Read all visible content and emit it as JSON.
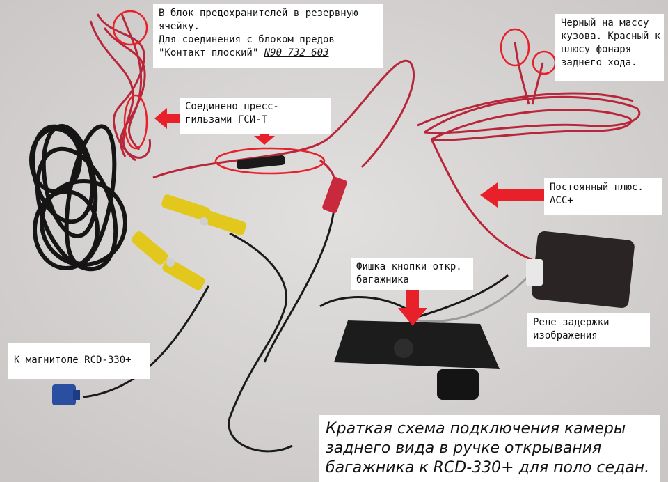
{
  "labels": {
    "fuse_box": {
      "line1": "В блок предохранителей в резервную",
      "line2": "ячейку.",
      "line3": "Для соединения с блоком предов",
      "line4_prefix": "\"Контакт плоский\" ",
      "line4_part": "N90 732 603"
    },
    "crimp": {
      "line1": "Соединено пресс-",
      "line2": "гильзами ГСИ-Т"
    },
    "ground": {
      "line1": "Черный на массу",
      "line2": "кузова. Красный к",
      "line3": "плюсу фонаря",
      "line4": "заднего хода."
    },
    "acc": {
      "line1": "Постоянный плюс.",
      "line2": "ACC+"
    },
    "trunk_button": {
      "line1": "Фишка кнопки откр.",
      "line2": "багажника"
    },
    "relay": {
      "line1": "Реле задержки",
      "line2": "изображения"
    },
    "head_unit": {
      "line1": "К магнитоле RCD-330+"
    }
  },
  "caption": {
    "line1": "Краткая схема подключения камеры",
    "line2": "заднего вида в ручке открывания",
    "line3": "багажника к RCD-330+ для поло седан."
  },
  "colors": {
    "background": "#d9d7d6",
    "red_wire": "#b8263a",
    "black_wire": "#1a1a1a",
    "rca_yellow": "#e2c81c",
    "arrow_red": "#e8202a",
    "connector_blue": "#2a4ea0"
  }
}
